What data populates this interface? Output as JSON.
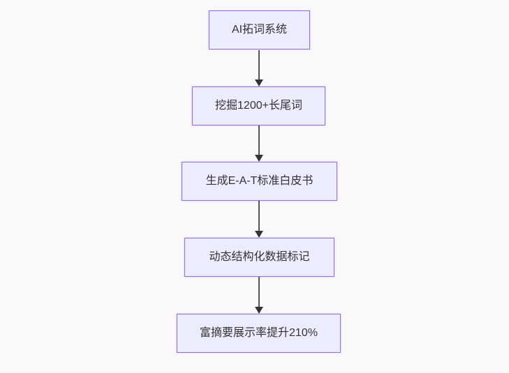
{
  "diagram": {
    "type": "flowchart-top-down",
    "colors": {
      "background": "#f9f9f9",
      "node_fill": "#ececff",
      "node_border": "#9370db",
      "node_text": "#333333",
      "edge_line": "#555555",
      "arrowhead": "#333333"
    },
    "nodes": [
      {
        "id": "A",
        "label": "AI拓词系统"
      },
      {
        "id": "B",
        "label": "挖掘1200+长尾词"
      },
      {
        "id": "C",
        "label": "生成E-A-T标准白皮书"
      },
      {
        "id": "D",
        "label": "动态结构化数据标记"
      },
      {
        "id": "E",
        "label": "富摘要展示率提升210%"
      }
    ],
    "edges": [
      {
        "from": "A",
        "to": "B",
        "direction": "down"
      },
      {
        "from": "B",
        "to": "C",
        "direction": "down"
      },
      {
        "from": "C",
        "to": "D",
        "direction": "down"
      },
      {
        "from": "D",
        "to": "E",
        "direction": "down"
      }
    ]
  }
}
